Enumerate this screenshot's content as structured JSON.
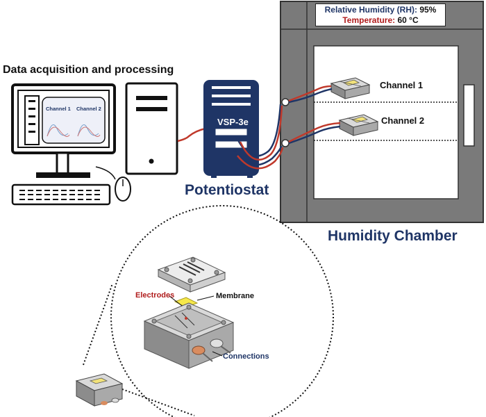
{
  "labels": {
    "data_acquisition": "Data acquisition and processing",
    "potentiostat": "Potentiostat",
    "humidity_chamber": "Humidity Chamber",
    "channel_1": "Channel 1",
    "channel_2": "Channel 2",
    "device_model": "VSP-3e",
    "screen_channel_1": "Channel 1",
    "screen_channel_2": "Channel 2",
    "electrodes": "Electrodes",
    "membrane": "Membrane",
    "connections": "Connections"
  },
  "display": {
    "rh_label": "Relative Humidity (RH):",
    "rh_value": "95%",
    "temp_label": "Temperature:",
    "temp_value": "60 °C"
  },
  "colors": {
    "navy": "#1f3566",
    "red": "#b01c1c",
    "chamber_gray": "#7a7a7a",
    "cable_red": "#c0392b",
    "cable_blue": "#1f3566"
  }
}
